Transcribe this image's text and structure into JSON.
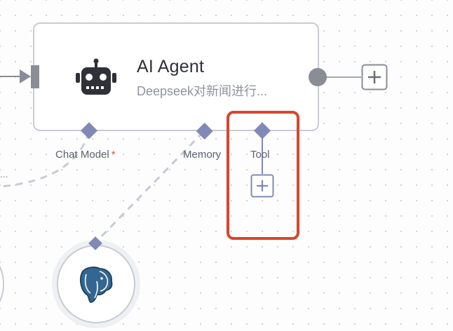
{
  "node": {
    "title": "AI Agent",
    "subtitle": "Deepseek对新闻进行..."
  },
  "ports": {
    "chat_model_label": "Chat Model",
    "chat_model_required": "*",
    "memory_label": "Memory",
    "tool_label": "Tool"
  },
  "canvas": {
    "overflow_text": "..."
  },
  "colors": {
    "port": "#8189b6",
    "highlight": "#d9452e",
    "edge": "#8a8d95",
    "dashed_edge": "#c7ccd3",
    "node_border": "#c9ccd3"
  },
  "icons": {
    "agent": "robot-icon",
    "memory_node": "postgres-elephant-icon",
    "add": "plus-icon"
  }
}
